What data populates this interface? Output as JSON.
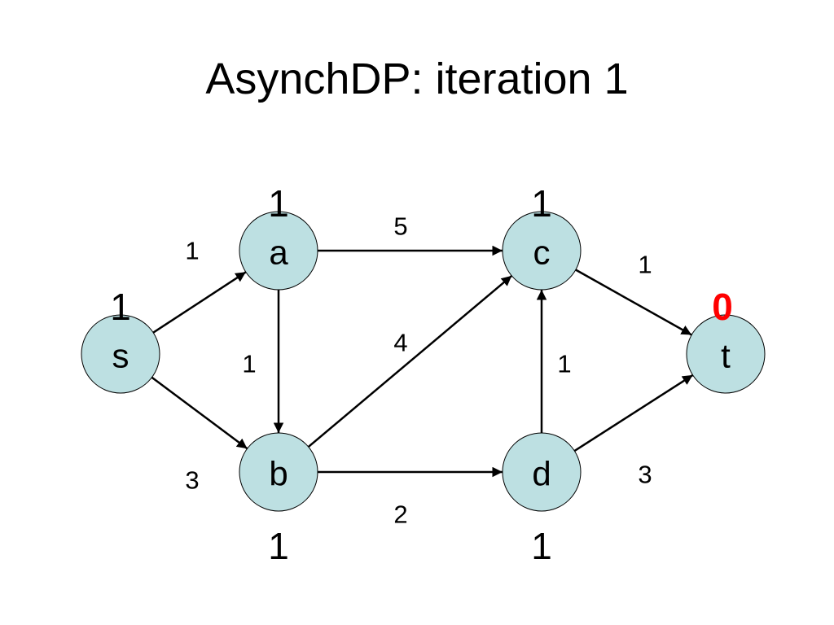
{
  "title": "AsynchDP: iteration 1",
  "colors": {
    "node_fill": "#bde0e2",
    "text": "#000000",
    "highlight": "#ff0000",
    "edge": "#000000"
  },
  "nodes": [
    {
      "id": "s",
      "label": "s",
      "value": "1",
      "value_highlight": false
    },
    {
      "id": "a",
      "label": "a",
      "value": "1",
      "value_highlight": false
    },
    {
      "id": "b",
      "label": "b",
      "value": "1",
      "value_highlight": false
    },
    {
      "id": "c",
      "label": "c",
      "value": "1",
      "value_highlight": false
    },
    {
      "id": "d",
      "label": "d",
      "value": "1",
      "value_highlight": false
    },
    {
      "id": "t",
      "label": "t",
      "value": "0",
      "value_highlight": true
    }
  ],
  "edges": [
    {
      "from": "s",
      "to": "a",
      "weight": "1"
    },
    {
      "from": "s",
      "to": "b",
      "weight": "3"
    },
    {
      "from": "a",
      "to": "b",
      "weight": "1"
    },
    {
      "from": "a",
      "to": "c",
      "weight": "5"
    },
    {
      "from": "b",
      "to": "c",
      "weight": "4"
    },
    {
      "from": "b",
      "to": "d",
      "weight": "2"
    },
    {
      "from": "d",
      "to": "c",
      "weight": "1"
    },
    {
      "from": "c",
      "to": "t",
      "weight": "1"
    },
    {
      "from": "d",
      "to": "t",
      "weight": "3"
    }
  ]
}
